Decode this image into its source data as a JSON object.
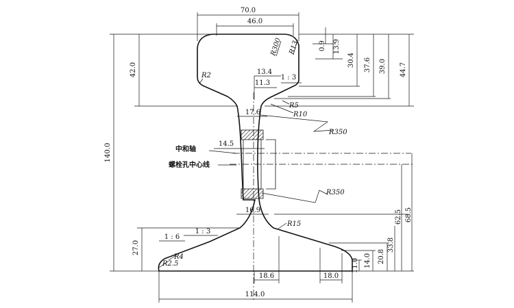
{
  "diagram": {
    "labels": {
      "neutral_axis": "中和轴",
      "bolt_hole_centerline": "螺栓孔中心线"
    },
    "dimensions": {
      "head_width": "70.0",
      "head_top_width": "46.0",
      "total_height": "140.0",
      "head_height": "42.0",
      "d0_9": "0.9",
      "d13_9": "13.9",
      "d30_4": "30.4",
      "d37_6": "37.6",
      "d39_0": "39.0",
      "d44_7": "44.7",
      "d13_4": "13.4",
      "d11_3": "11.3",
      "web_top": "17.6",
      "web_hole": "14.5",
      "web_bottom": "16.9",
      "base_height": "27.0",
      "d62_5": "62.5",
      "d68_5": "68.5",
      "d33_8": "33.8",
      "d20_8": "20.8",
      "d14_0": "14.0",
      "d11_0": "11.0",
      "d18_6": "18.6",
      "d18_0": "18.0",
      "base_width": "114.0"
    },
    "radii": {
      "r300": "R300",
      "r13": "R13",
      "r2": "R2",
      "r5": "R5",
      "r10": "R10",
      "r350_upper": "R350",
      "r350_lower": "R350",
      "r15": "R15",
      "r4": "R4",
      "r2_5": "R2.5"
    },
    "slopes": {
      "head_slope": "1 : 3",
      "base_slope_upper": "1 : 3",
      "base_slope_lower": "1 : 6"
    }
  }
}
